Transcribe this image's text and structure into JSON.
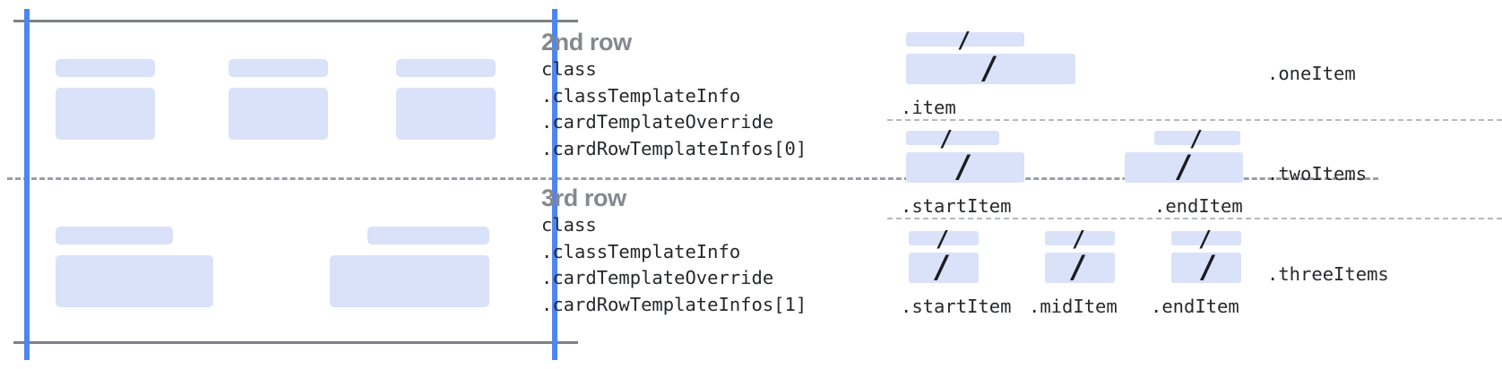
{
  "colors": {
    "placeholder_blue": "#dae2f9",
    "guide_blue": "#4e86f0",
    "guide_gray": "#7c8086",
    "dash_gray": "#9aa0a6",
    "title_gray": "#85888d",
    "code_black": "#26282b",
    "background": "#ffffff"
  },
  "left_diagram": {
    "rows": [
      {
        "name": "2nd row",
        "cells": [
          {
            "label_bar": true,
            "content_box": true
          },
          {
            "label_bar": true,
            "content_box": true
          },
          {
            "label_bar": true,
            "content_box": true
          }
        ]
      },
      {
        "name": "3rd row",
        "cells": [
          {
            "label_bar": true,
            "content_box": true
          },
          {
            "label_bar": true,
            "content_box": true
          }
        ]
      }
    ]
  },
  "annotations": [
    {
      "title": "2nd row",
      "code_lines": [
        "class",
        ".classTemplateInfo",
        ".cardTemplateOverride",
        ".cardRowTemplateInfos[0]"
      ]
    },
    {
      "title": "3rd row",
      "code_lines": [
        "class",
        ".classTemplateInfo",
        ".cardTemplateOverride",
        ".cardRowTemplateInfos[1]"
      ]
    }
  ],
  "right_panel": {
    "glyph": "/",
    "groups": [
      {
        "layout_label": ".oneItem",
        "items": [
          {
            "caption": ".item"
          }
        ]
      },
      {
        "layout_label": ".twoItems",
        "items": [
          {
            "caption": ".startItem"
          },
          {
            "caption": ".endItem"
          }
        ]
      },
      {
        "layout_label": ".threeItems",
        "items": [
          {
            "caption": ".startItem"
          },
          {
            "caption": ".midItem"
          },
          {
            "caption": ".endItem"
          }
        ]
      }
    ]
  }
}
